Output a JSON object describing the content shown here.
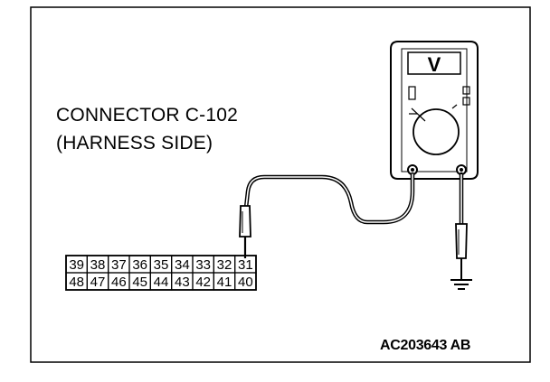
{
  "labels": {
    "connector": "CONNECTOR C-102",
    "side": "(HARNESS SIDE)",
    "figure_id": "AC203643 AB"
  },
  "meter": {
    "display": "V"
  },
  "connector_pins": {
    "top_row": [
      "39",
      "38",
      "37",
      "36",
      "35",
      "34",
      "33",
      "32",
      "31"
    ],
    "bottom_row": [
      "48",
      "47",
      "46",
      "45",
      "44",
      "43",
      "42",
      "41",
      "40"
    ]
  },
  "icons": [
    "voltmeter-icon",
    "ground-symbol-icon",
    "test-probe-icon"
  ]
}
